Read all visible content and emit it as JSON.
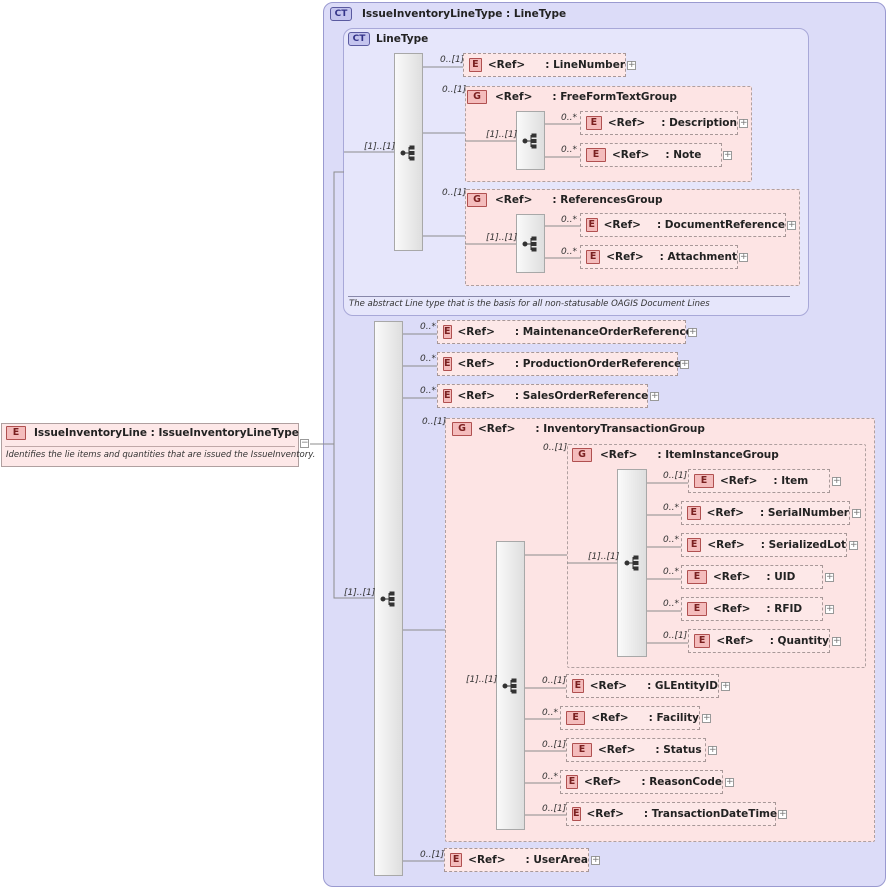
{
  "root": {
    "badge": "E",
    "label": "IssueInventoryLine : IssueInventoryLineType",
    "doc": "Identifies the lie items and quantities that are issued the IssueInventory."
  },
  "complex_type": {
    "badge": "CT",
    "title": "IssueInventoryLineType : LineType",
    "base": {
      "badge": "CT",
      "title": "LineType",
      "doc": "The abstract Line type that is the basis for all non-statusable OAGIS Document Lines"
    }
  },
  "cards": {
    "outer_seq": "[1]..[1]",
    "line_seq": "[1]..[1]",
    "ext_seq": "[1]..[1]",
    "fft_seq": "[1]..[1]",
    "refs_seq": "[1]..[1]",
    "itg_seq": "[1]..[1]",
    "iig_seq": "[1]..[1]"
  },
  "line_type_children": {
    "line_number": {
      "card": "0..[1]",
      "badge": "E",
      "ref": "<Ref>",
      "name": ": LineNumber"
    },
    "free_form_text_group": {
      "card": "0..[1]",
      "badge": "G",
      "ref": "<Ref>",
      "name": ": FreeFormTextGroup",
      "description": {
        "card": "0..*",
        "badge": "E",
        "ref": "<Ref>",
        "name": ": Description"
      },
      "note": {
        "card": "0..*",
        "badge": "E",
        "ref": "<Ref>",
        "name": ": Note"
      }
    },
    "references_group": {
      "card": "0..[1]",
      "badge": "G",
      "ref": "<Ref>",
      "name": ": ReferencesGroup",
      "document_reference": {
        "card": "0..*",
        "badge": "E",
        "ref": "<Ref>",
        "name": ": DocumentReference"
      },
      "attachment": {
        "card": "0..*",
        "badge": "E",
        "ref": "<Ref>",
        "name": ": Attachment"
      }
    }
  },
  "extension_children": {
    "maintenance_order_reference": {
      "card": "0..*",
      "badge": "E",
      "ref": "<Ref>",
      "name": ": MaintenanceOrderReference"
    },
    "production_order_reference": {
      "card": "0..*",
      "badge": "E",
      "ref": "<Ref>",
      "name": ": ProductionOrderReference"
    },
    "sales_order_reference": {
      "card": "0..*",
      "badge": "E",
      "ref": "<Ref>",
      "name": ": SalesOrderReference"
    },
    "inventory_transaction_group": {
      "card": "0..[1]",
      "badge": "G",
      "ref": "<Ref>",
      "name": ": InventoryTransactionGroup",
      "item_instance_group": {
        "card": "0..[1]",
        "badge": "G",
        "ref": "<Ref>",
        "name": ": ItemInstanceGroup",
        "item": {
          "card": "0..[1]",
          "badge": "E",
          "ref": "<Ref>",
          "name": ": Item"
        },
        "serial_number": {
          "card": "0..*",
          "badge": "E",
          "ref": "<Ref>",
          "name": ": SerialNumber"
        },
        "serialized_lot": {
          "card": "0..*",
          "badge": "E",
          "ref": "<Ref>",
          "name": ": SerializedLot"
        },
        "uid": {
          "card": "0..*",
          "badge": "E",
          "ref": "<Ref>",
          "name": ": UID"
        },
        "rfid": {
          "card": "0..*",
          "badge": "E",
          "ref": "<Ref>",
          "name": ": RFID"
        },
        "quantity": {
          "card": "0..[1]",
          "badge": "E",
          "ref": "<Ref>",
          "name": ": Quantity"
        }
      },
      "gl_entity_id": {
        "card": "0..[1]",
        "badge": "E",
        "ref": "<Ref>",
        "name": ": GLEntityID"
      },
      "facility": {
        "card": "0..*",
        "badge": "E",
        "ref": "<Ref>",
        "name": ": Facility"
      },
      "status": {
        "card": "0..[1]",
        "badge": "E",
        "ref": "<Ref>",
        "name": ": Status"
      },
      "reason_code": {
        "card": "0..*",
        "badge": "E",
        "ref": "<Ref>",
        "name": ": ReasonCode"
      },
      "transaction_date_time": {
        "card": "0..[1]",
        "badge": "E",
        "ref": "<Ref>",
        "name": ": TransactionDateTime"
      }
    },
    "user_area": {
      "card": "0..[1]",
      "badge": "E",
      "ref": "<Ref>",
      "name": ": UserArea"
    }
  },
  "expand_glyph": "+",
  "collapse_glyph": "−"
}
